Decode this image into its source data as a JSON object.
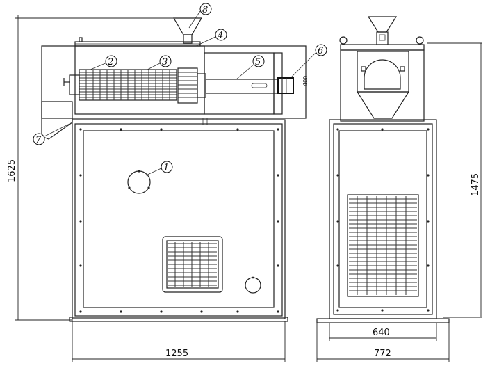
{
  "dimensions": {
    "overall_height": "1625",
    "base_width": "1255",
    "right_height": "1475",
    "right_inner_width": "640",
    "right_base_width": "772",
    "barrel_height": "400"
  },
  "callouts": [
    "1",
    "2",
    "3",
    "4",
    "5",
    "6",
    "7",
    "8"
  ]
}
